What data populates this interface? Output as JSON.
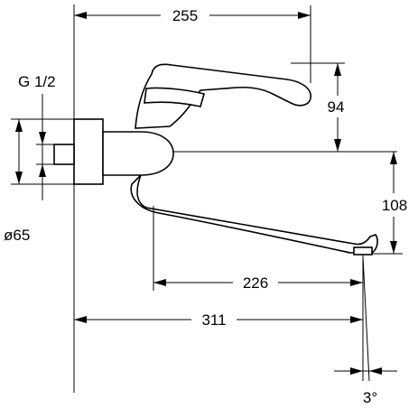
{
  "dimensions": {
    "top_width": "255",
    "lever_height": "94",
    "thread_label": "G 1/2",
    "spout_height": "108",
    "flange_diameter": "ø65",
    "spout_reach": "226",
    "overall_reach": "311",
    "outlet_angle": "3°"
  }
}
